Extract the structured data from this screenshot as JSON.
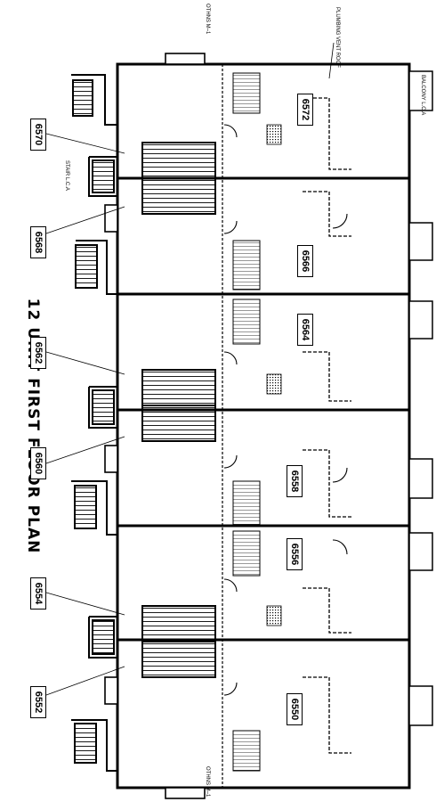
{
  "title": "12 UNIT FIRST FLOOR PLAN",
  "units": {
    "left": [
      "6570",
      "6568",
      "6562",
      "6560",
      "6554",
      "6552"
    ],
    "right": [
      "6572",
      "6566",
      "6564",
      "6558",
      "6556",
      "6550"
    ]
  },
  "annotations": {
    "top": "OTHNS M–1",
    "bottom": "OTHNS M–1",
    "plumbing": "PLUMBING VENT ROOF",
    "stairs": "STAIR L.C.A",
    "balcony": "BALCONY L.C.A"
  },
  "colors": {
    "line": "#000000",
    "background": "#ffffff"
  }
}
